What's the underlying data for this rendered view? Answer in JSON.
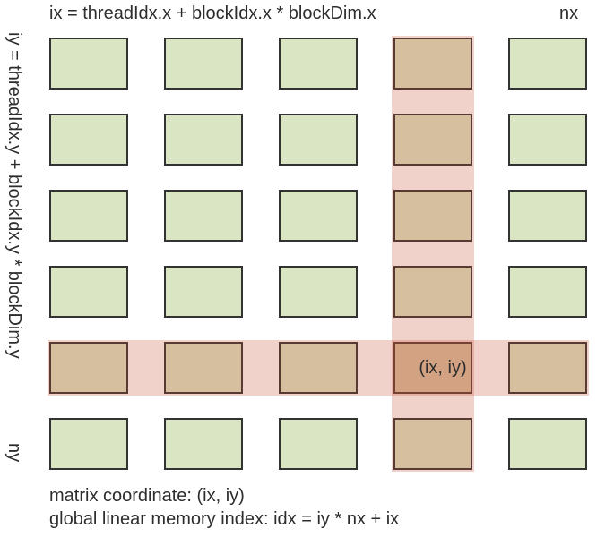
{
  "header": {
    "top_formula": "ix = threadIdx.x + blockIdx.x * blockDim.x",
    "nx_label": "nx"
  },
  "side": {
    "left_formula": "iy = threadIdx.y + blockIdx.y * blockDim.y",
    "ny_label": "ny"
  },
  "grid": {
    "rows": 6,
    "cols": 5,
    "highlighted_row": 4,
    "highlighted_col": 3,
    "intersection_label": "(ix, iy)"
  },
  "caption": {
    "line1": "matrix coordinate: (ix, iy)",
    "line2": "global linear memory index: idx = iy * nx + ix"
  },
  "colors": {
    "block_fill": "#dae6c3",
    "block_border": "#333333",
    "highlight_band": "rgba(200,80,56,0.26)",
    "text": "#2d2d2d"
  }
}
